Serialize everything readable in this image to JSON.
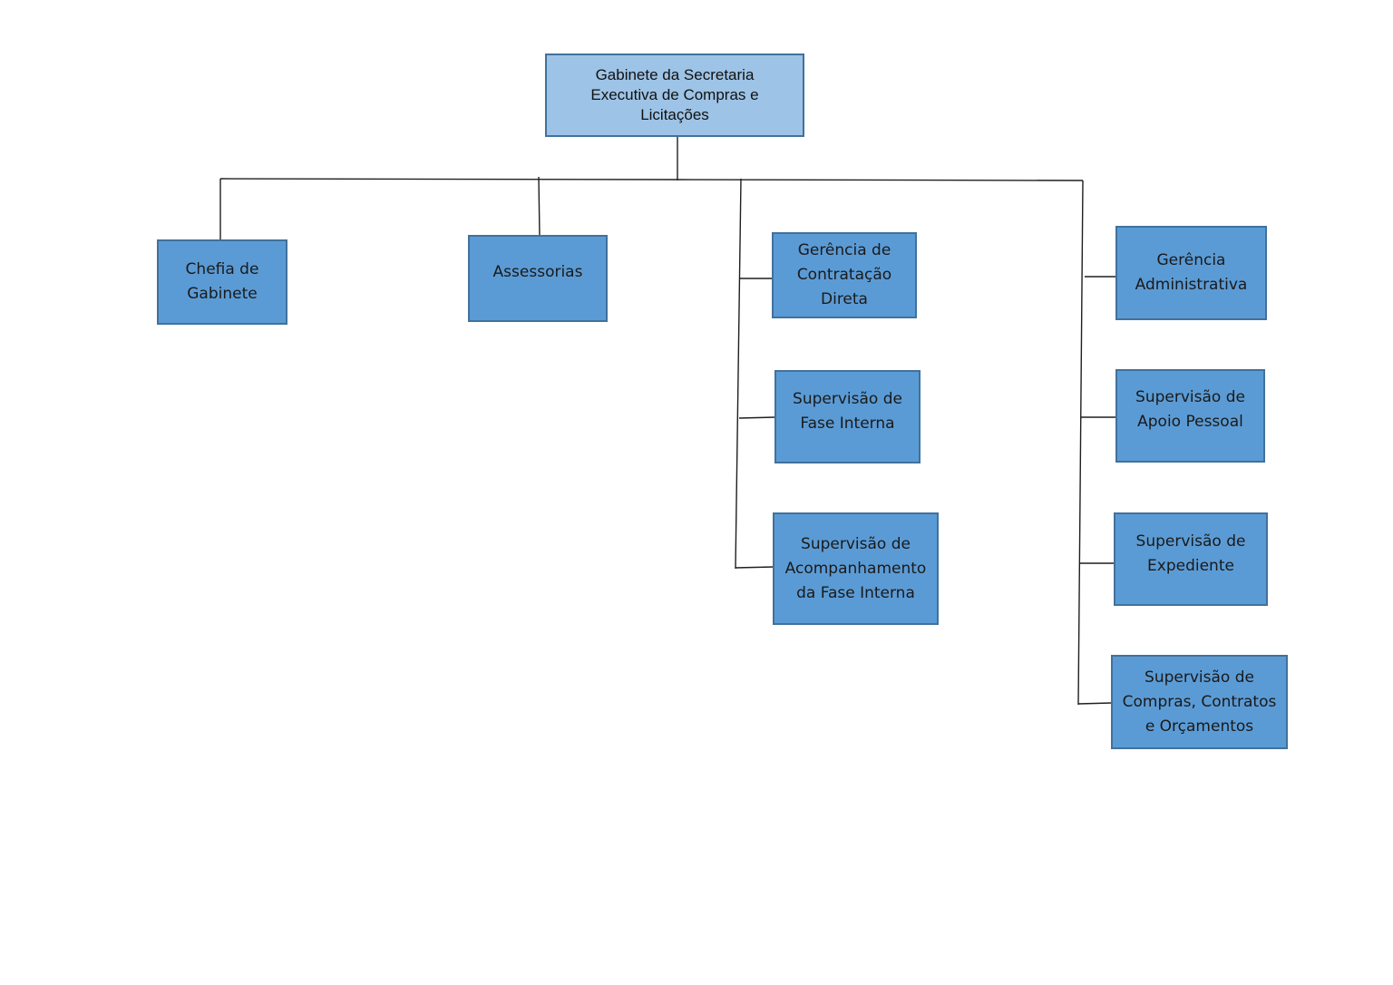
{
  "diagram": {
    "root": {
      "label": "Gabinete da Secretaria\nExecutiva de Compras e\nLicitações"
    },
    "level1": [
      {
        "label": "Chefia de\nGabinete"
      },
      {
        "label": "Assessorias"
      }
    ],
    "group_contratacao": [
      {
        "label": "Gerência de\nContratação\nDireta"
      },
      {
        "label": "Supervisão de\nFase Interna"
      },
      {
        "label": "Supervisão de\nAcompanhamento\nda Fase Interna"
      }
    ],
    "group_administrativa": [
      {
        "label": "Gerência\nAdministrativa"
      },
      {
        "label": "Supervisão de\nApoio Pessoal"
      },
      {
        "label": "Supervisão de\nExpediente"
      },
      {
        "label": "Supervisão de\nCompras, Contratos\ne Orçamentos"
      }
    ],
    "colors": {
      "root_fill": "#9dc3e6",
      "box_fill": "#5b9bd5",
      "box_border": "#41719c",
      "connector": "#1f1f1f"
    }
  }
}
